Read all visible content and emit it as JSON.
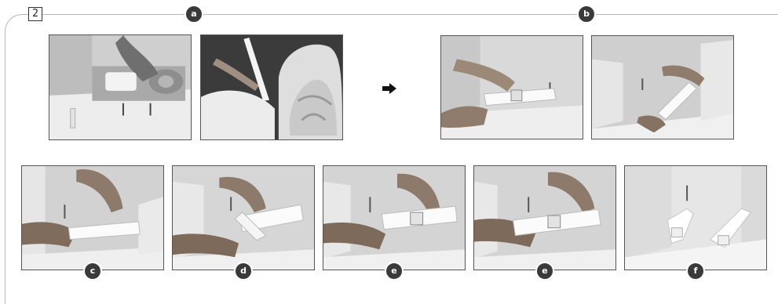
{
  "step": {
    "number": "2"
  },
  "labels": {
    "a": "a",
    "b": "b",
    "c": "c",
    "d": "d",
    "e1": "e",
    "e2": "e",
    "f": "f"
  },
  "icons": {
    "arrow": "arrow-right-icon"
  }
}
